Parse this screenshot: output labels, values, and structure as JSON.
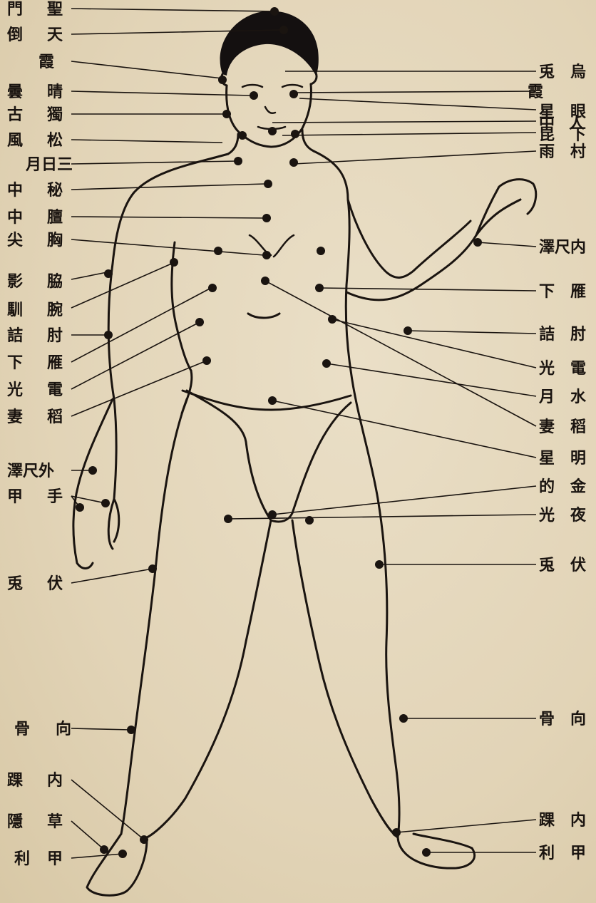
{
  "colors": {
    "ink": "#1a1410",
    "paper": "#e6d9bf",
    "hair": "#141010"
  },
  "left_labels": [
    {
      "a": "門",
      "b": "聖"
    },
    {
      "a": "倒",
      "b": "天"
    },
    {
      "a": "",
      "b": "霞"
    },
    {
      "a": "曇",
      "b": "晴"
    },
    {
      "a": "古",
      "b": "獨"
    },
    {
      "a": "風",
      "b": "松"
    },
    {
      "a": "",
      "b": "月日三"
    },
    {
      "a": "中",
      "b": "秘"
    },
    {
      "a": "中",
      "b": "膻"
    },
    {
      "a": "尖",
      "b": "胸"
    },
    {
      "a": "影",
      "b": "脇"
    },
    {
      "a": "馴",
      "b": "腕"
    },
    {
      "a": "詰",
      "b": "肘"
    },
    {
      "a": "下",
      "b": "雁"
    },
    {
      "a": "光",
      "b": "電"
    },
    {
      "a": "妻",
      "b": "稻"
    },
    {
      "a": "澤尺外",
      "b": ""
    },
    {
      "a": "甲",
      "b": "手"
    },
    {
      "a": "兎",
      "b": "伏"
    },
    {
      "a": "骨",
      "b": "向"
    },
    {
      "a": "踝",
      "b": "内"
    },
    {
      "a": "隱",
      "b": "草"
    },
    {
      "a": "利",
      "b": "甲"
    }
  ],
  "right_labels": [
    {
      "a": "兎",
      "b": "烏"
    },
    {
      "a": "霞",
      "b": ""
    },
    {
      "a": "星",
      "b": "眼"
    },
    {
      "a": "中",
      "b": "人"
    },
    {
      "a": "昆",
      "b": "下"
    },
    {
      "a": "雨",
      "b": "村"
    },
    {
      "a": "澤尺内",
      "b": ""
    },
    {
      "a": "下",
      "b": "雁"
    },
    {
      "a": "詰",
      "b": "肘"
    },
    {
      "a": "光",
      "b": "電"
    },
    {
      "a": "月",
      "b": "水"
    },
    {
      "a": "妻",
      "b": "稻"
    },
    {
      "a": "星",
      "b": "明"
    },
    {
      "a": "的",
      "b": "金"
    },
    {
      "a": "光",
      "b": "夜"
    },
    {
      "a": "兎",
      "b": "伏"
    },
    {
      "a": "骨",
      "b": "向"
    },
    {
      "a": "踝",
      "b": "内"
    },
    {
      "a": "利",
      "b": "甲"
    }
  ]
}
